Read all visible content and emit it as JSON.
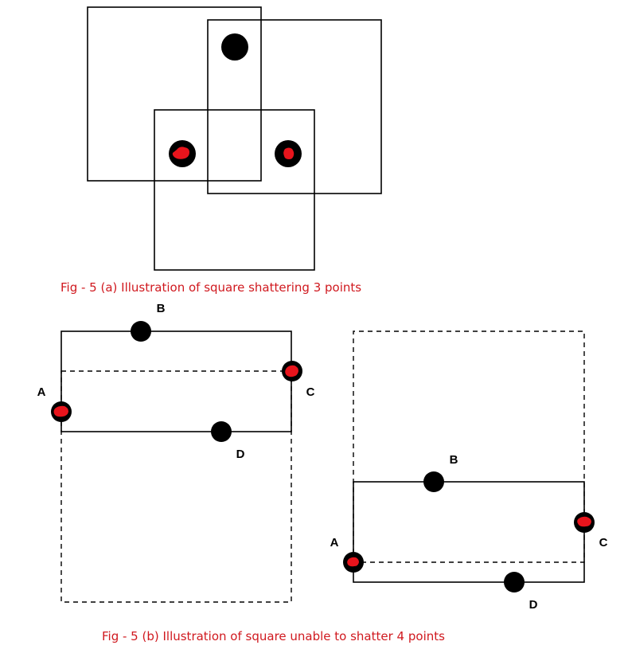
{
  "colors": {
    "stroke": "#000000",
    "point": "#000000",
    "highlight": "#e8141c",
    "caption": "#d0191f"
  },
  "fig_a": {
    "caption": "Fig - 5 (a) Illustration of square shattering 3 points"
  },
  "fig_b": {
    "caption": "Fig - 5 (b) Illustration of square unable to shatter 4 points",
    "left": {
      "labels": {
        "A": "A",
        "B": "B",
        "C": "C",
        "D": "D"
      }
    },
    "right": {
      "labels": {
        "A": "A",
        "B": "B",
        "C": "C",
        "D": "D"
      }
    }
  }
}
